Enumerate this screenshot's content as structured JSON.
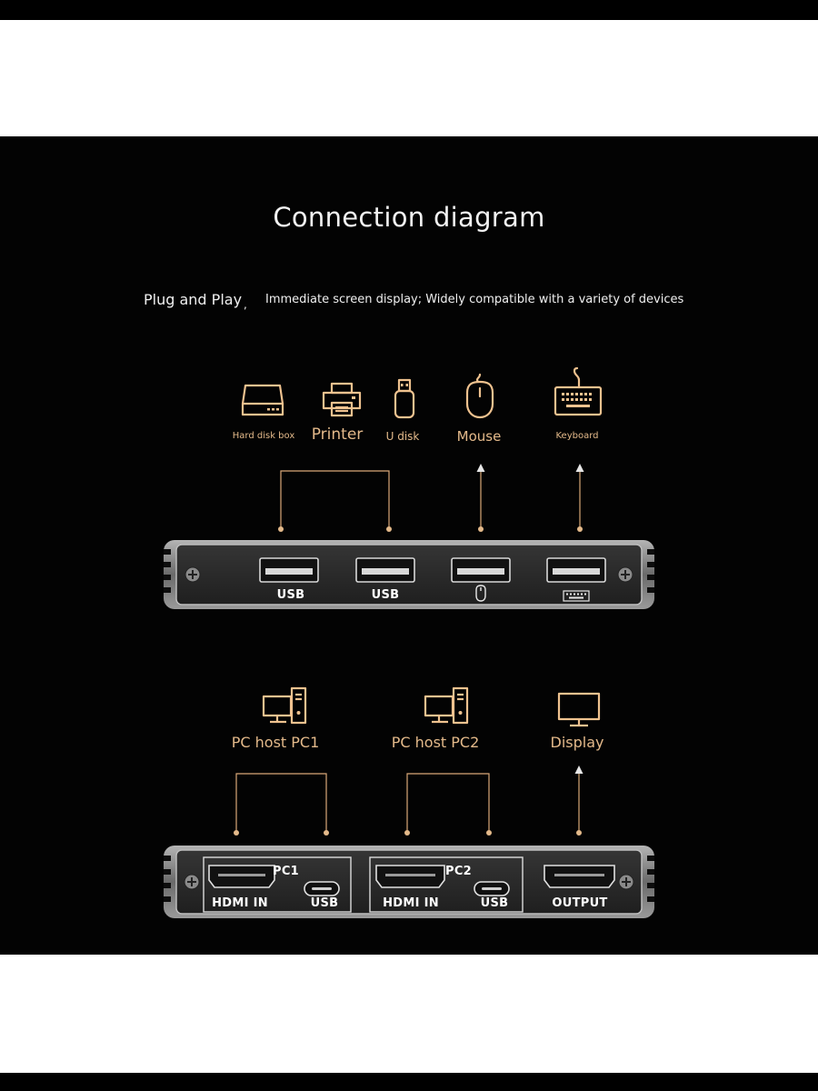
{
  "title": "Connection diagram",
  "subtitle": {
    "lead": "Plug and Play",
    "separator": ",",
    "text": "Immediate screen display; Widely compatible with a variety of devices"
  },
  "top_devices": [
    {
      "label": "Hard disk box",
      "icon": "hard-disk-icon"
    },
    {
      "label": "Printer",
      "icon": "printer-icon"
    },
    {
      "label": "U disk",
      "icon": "usb-stick-icon"
    },
    {
      "label": "Mouse",
      "icon": "mouse-icon"
    },
    {
      "label": "Keyboard",
      "icon": "keyboard-icon"
    }
  ],
  "top_box": {
    "ports": [
      {
        "label": "USB"
      },
      {
        "label": "USB"
      },
      {
        "label": "",
        "icon": "mouse-icon"
      },
      {
        "label": "",
        "icon": "keyboard-icon"
      }
    ]
  },
  "bottom_devices": [
    {
      "label": "PC host PC1",
      "icon": "pc-host-icon"
    },
    {
      "label": "PC host PC2",
      "icon": "pc-host-icon"
    },
    {
      "label": "Display",
      "icon": "monitor-icon"
    }
  ],
  "bottom_box": {
    "groups": [
      {
        "tag": "PC1",
        "hdmi_label": "HDMI IN",
        "usb_label": "USB"
      },
      {
        "tag": "PC2",
        "hdmi_label": "HDMI IN",
        "usb_label": "USB"
      }
    ],
    "output_label": "OUTPUT"
  },
  "colors": {
    "background": "#030303",
    "accent": "#e3b98a",
    "icon_stroke": "#efc28f",
    "text": "#f2f2f2",
    "device_face": "#2a2a2a",
    "device_frame": "#8a8a8a"
  }
}
